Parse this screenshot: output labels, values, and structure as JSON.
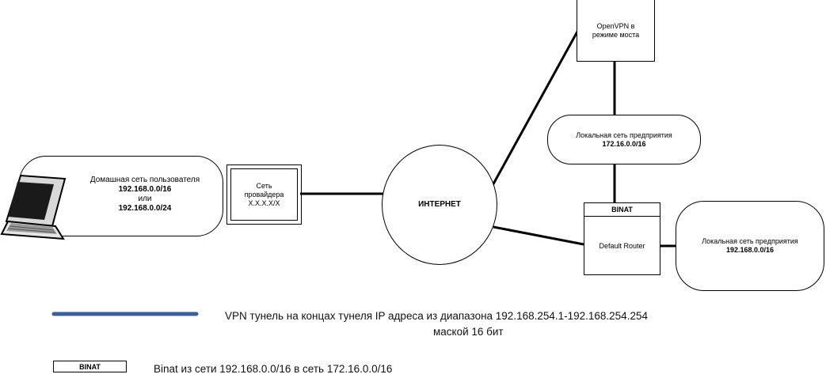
{
  "home_network": {
    "title": "Домашная сеть пользователя",
    "subnet_a": "192.168.0.0/16",
    "or": "или",
    "subnet_b": "192.168.0.0/24"
  },
  "provider_network": {
    "line1": "Сеть",
    "line2": "провайдера",
    "line3": "X.X.X.X/X"
  },
  "internet": {
    "label": "ИНТЕРНЕТ"
  },
  "openvpn": {
    "line1": "OpenVPN в",
    "line2": "режиме моста"
  },
  "corp_net_172": {
    "title": "Локальная сеть предприятия",
    "subnet": "172.16.0.0/16"
  },
  "router": {
    "binat_label": "BINAT",
    "label": "Default Router"
  },
  "corp_net_192": {
    "title": "Локальная сеть предприятия",
    "subnet": "192.168.0.0/16"
  },
  "legend": {
    "vpn_line1": "VPN тунель на концах тунеля IP адреса из диапазона 192.168.254.1-192.168.254.254",
    "vpn_line2": "маской 16 бит",
    "binat_box_label": "BINAT",
    "binat_desc": "Binat из сети 192.168.0.0/16 в сеть 172.16.0.0/16",
    "vpn_line_color": "#3a5fa0"
  },
  "icons": {
    "laptop": "laptop-icon"
  }
}
